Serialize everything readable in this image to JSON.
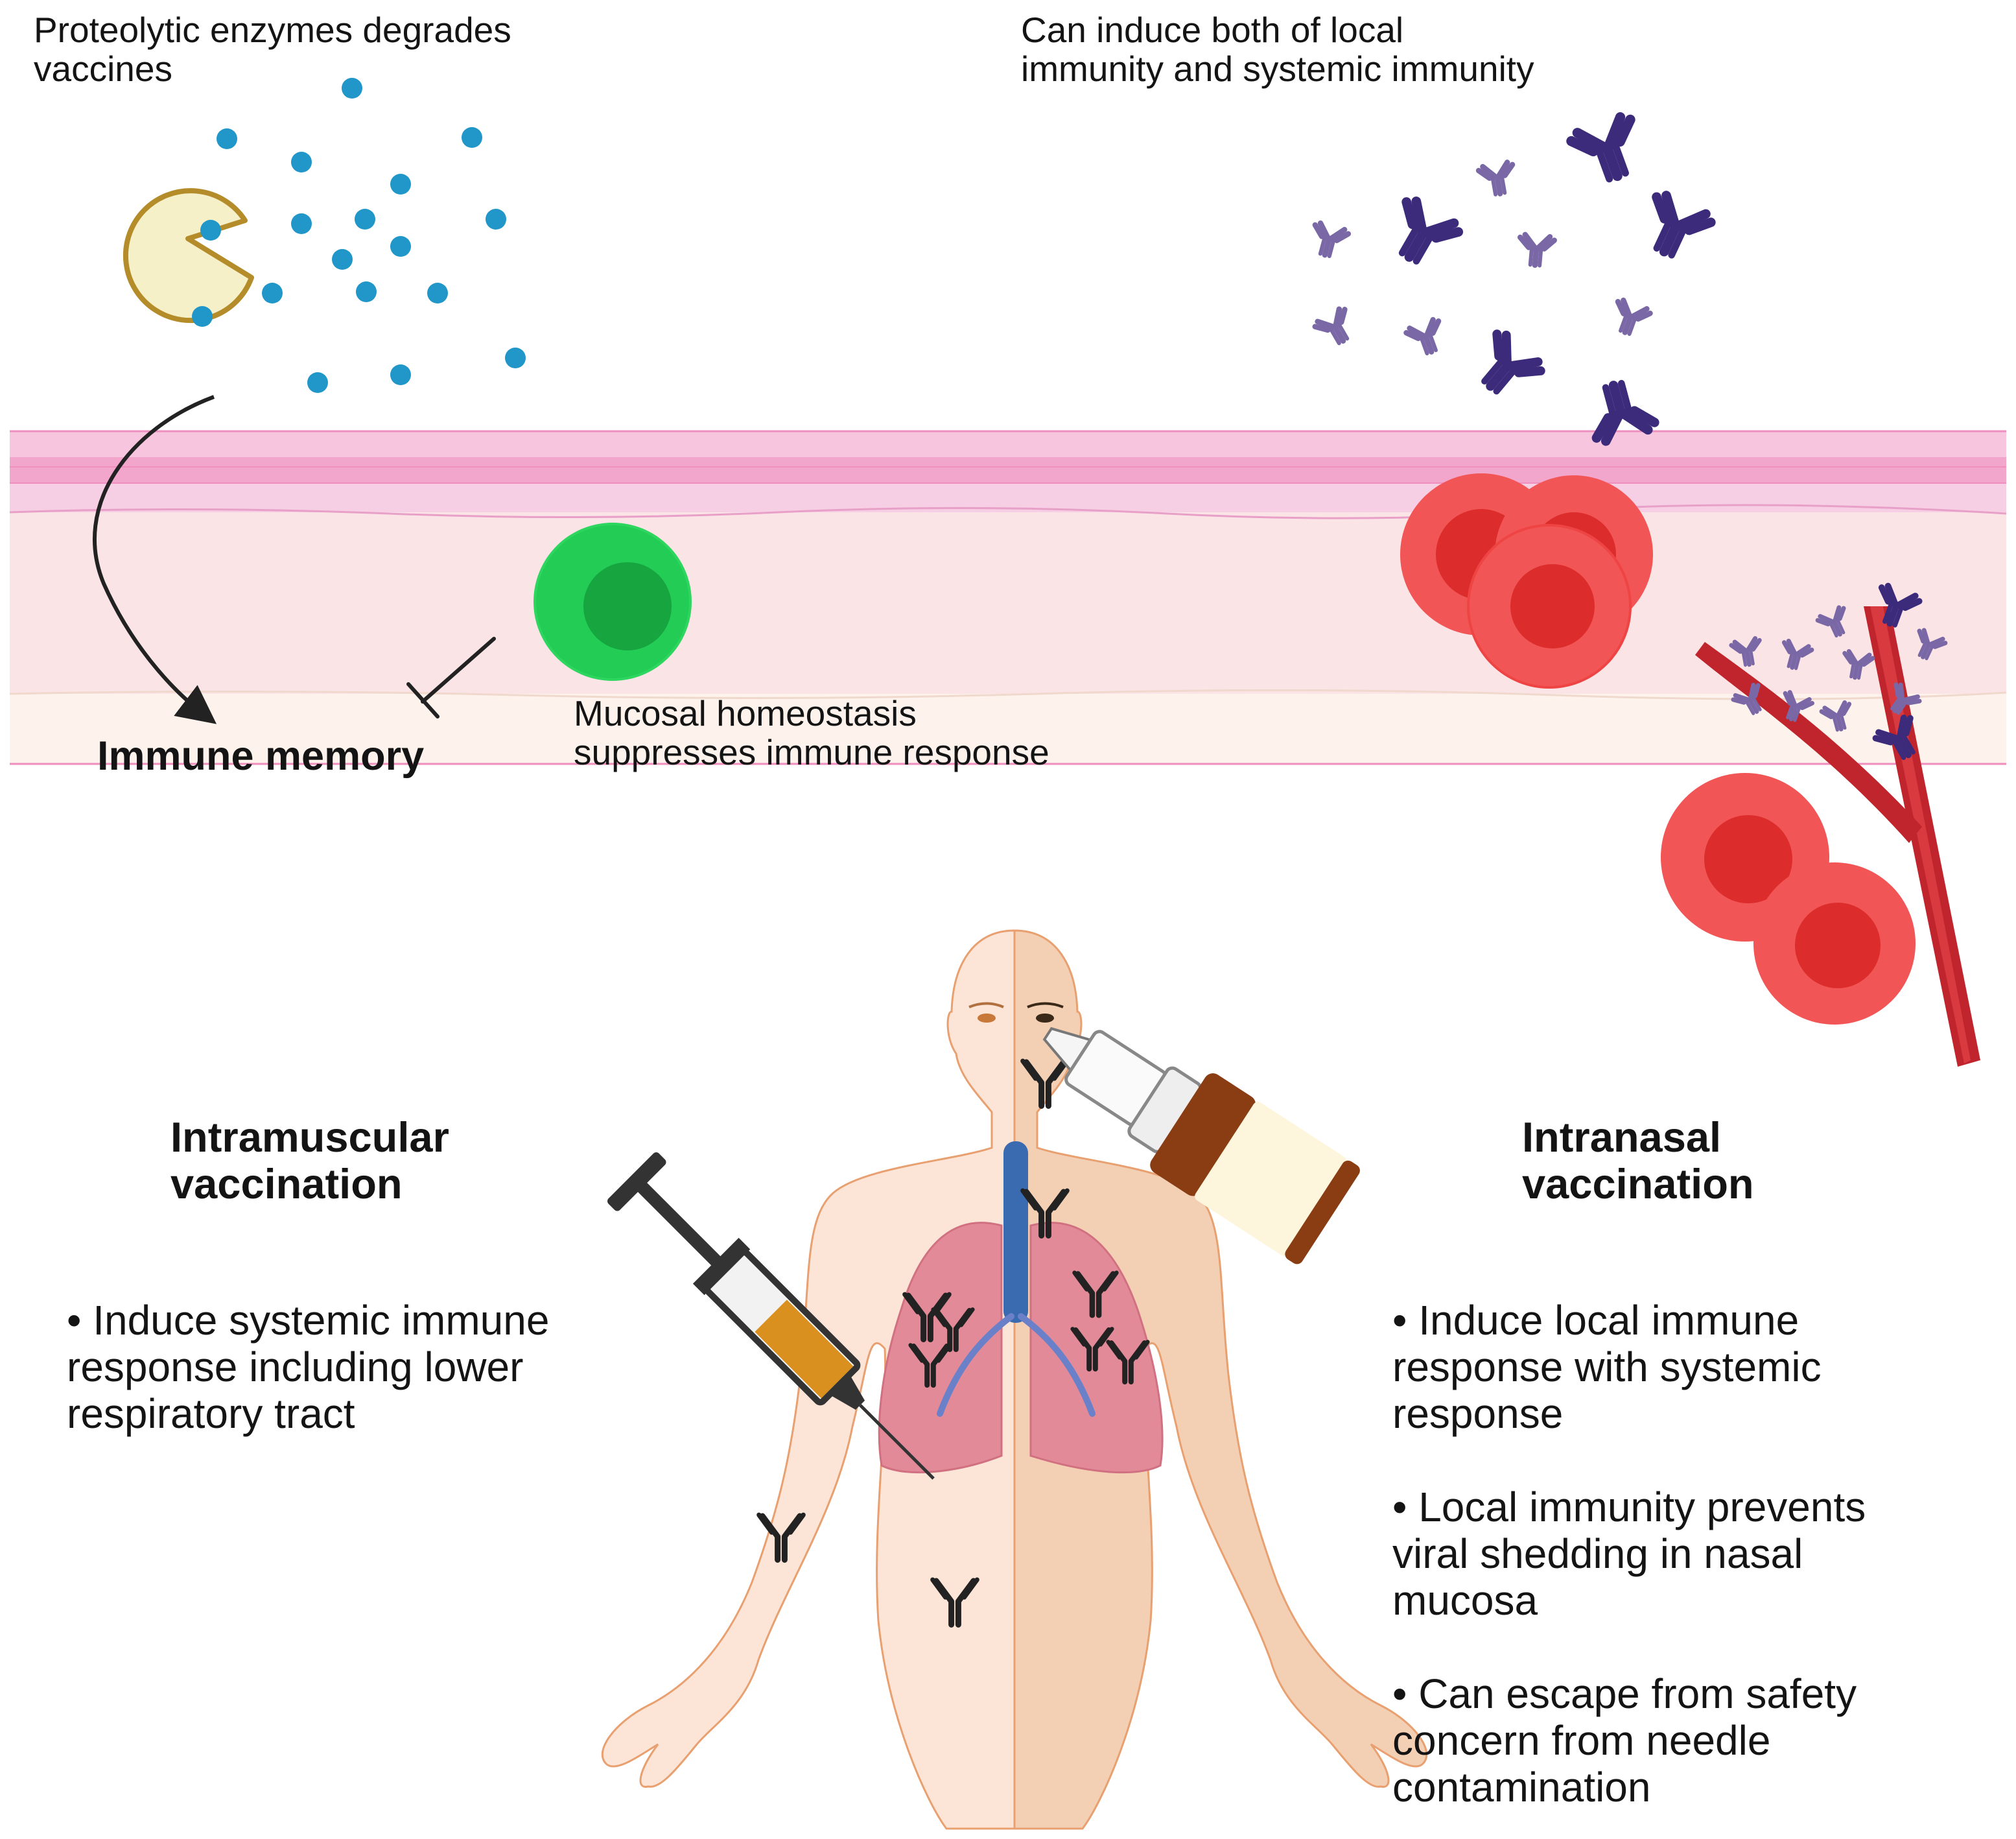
{
  "labels": {
    "proteolytic": "Proteolytic enzymes degrades\nvaccines",
    "local_systemic": "Can induce both of local\nimmunity and systemic immunity",
    "immune_memory": "Immune memory",
    "mucosal_homeostasis": "Mucosal homeostasis\nsuppresses immune response"
  },
  "intramuscular": {
    "title": "Intramuscular\nvaccination",
    "bullets": [
      "• Induce systemic immune\nresponse including lower\nrespiratory tract"
    ]
  },
  "intranasal": {
    "title": "Intranasal\nvaccination",
    "bullets": [
      "• Induce local immune\nresponse with systemic\nresponse",
      "• Local immunity prevents\nviral shedding in nasal\nmucosa",
      "• Can escape from safety\nconcern from needle\ncontamination"
    ]
  },
  "colors": {
    "vaccine_particle": "#2196c8",
    "enzyme": "#f5f0c8",
    "t_cell": "#22cc55",
    "red_blood_cell": "#e83a3a",
    "antibody_purple": "#3c2a7a",
    "antibody_black": "#222222",
    "mucosa": "#fbe4e6"
  }
}
